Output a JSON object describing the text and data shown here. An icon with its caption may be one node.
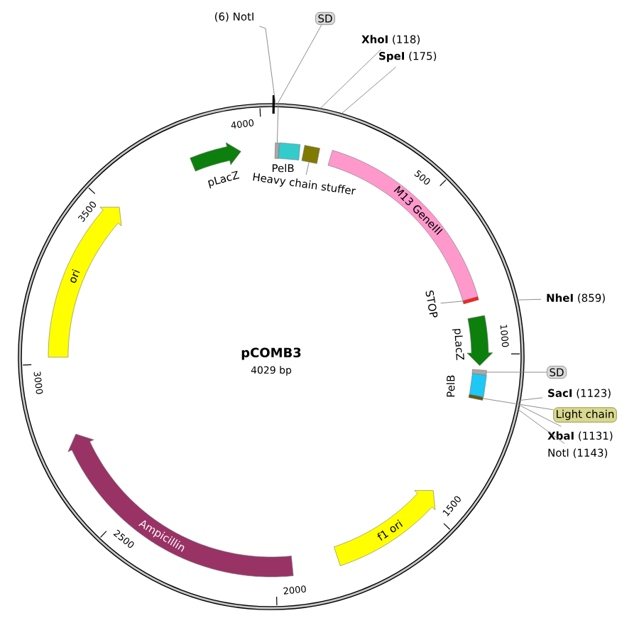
{
  "diagram": {
    "title": "pCOMB3",
    "nodes": [
      {
        "text": [],
        "shape": "circle"
      },
      {
        "text": [],
        "shape": "arrow",
        "beside": [
          "pLacZ"
        ],
        "in": 0
      },
      {
        "text": [],
        "shape": "box",
        "in": 0
      },
      {
        "text": [],
        "shape": "box",
        "beside": [
          "PelB"
        ],
        "in": 0
      },
      {
        "text": [],
        "shape": "box",
        "in": 0
      },
      {
        "text": [
          "Heavy chain stuffer"
        ],
        "in": 0
      },
      {
        "text": [
          "M13 GeneIII"
        ],
        "in": 0
      },
      {
        "text": [],
        "shape": "bar",
        "in": 0
      },
      {
        "text": [
          "STOP"
        ],
        "in": 0
      },
      {
        "text": [],
        "shape": "arrow",
        "beside": [
          "pLacZ"
        ],
        "in": 0
      },
      {
        "text": [],
        "shape": "box",
        "in": 0
      },
      {
        "text": [],
        "shape": "box",
        "beside": [
          "PelB"
        ],
        "in": 0
      },
      {
        "text": [],
        "shape": "box",
        "in": 0
      },
      {
        "text": [
          "f1 ori"
        ],
        "in": 0
      },
      {
        "text": [
          "Ampicillin"
        ],
        "in": 0
      },
      {
        "text": [
          "ori"
        ],
        "in": 0
      },
      {
        "text": [
          "(6) NotI"
        ]
      },
      {
        "text": [
          "SD"
        ]
      },
      {
        "text": [
          "**XhoI** (118)"
        ]
      },
      {
        "text": [
          "**SpeI** (175)"
        ]
      },
      {
        "text": [
          "**NheI** (859)"
        ]
      },
      {
        "text": [
          "SD"
        ]
      },
      {
        "text": [
          "**SacI** (1123)"
        ]
      },
      {
        "text": [
          "Light chain"
        ]
      },
      {
        "text": [
          "**XbaI** (1131)"
        ]
      },
      {
        "text": [
          "NotI (1143)"
        ]
      }
    ],
    "edges": [
      {
        "from": 5,
        "to": 4,
        "arrow": "none"
      },
      {
        "from": 8,
        "to": 7,
        "arrow": "none"
      },
      {
        "from": 16,
        "to": 0,
        "arrow": "none"
      },
      {
        "from": 17,
        "to": 2,
        "arrow": "none"
      },
      {
        "from": 18,
        "to": 0,
        "arrow": "none"
      },
      {
        "from": 19,
        "to": 0,
        "arrow": "none"
      },
      {
        "from": 20,
        "to": 0,
        "arrow": "none"
      },
      {
        "from": 21,
        "to": 10,
        "arrow": "none"
      },
      {
        "from": 22,
        "to": 0,
        "arrow": "none"
      },
      {
        "from": 23,
        "to": 12,
        "arrow": "none"
      },
      {
        "from": 24,
        "to": 0,
        "arrow": "none"
      },
      {
        "from": 25,
        "to": 0,
        "arrow": "none"
      }
    ],
    "labels": [
      "500",
      "1000",
      "1500",
      "2000",
      "2500",
      "3000",
      "3500",
      "4000",
      "4029 bp"
    ]
  }
}
